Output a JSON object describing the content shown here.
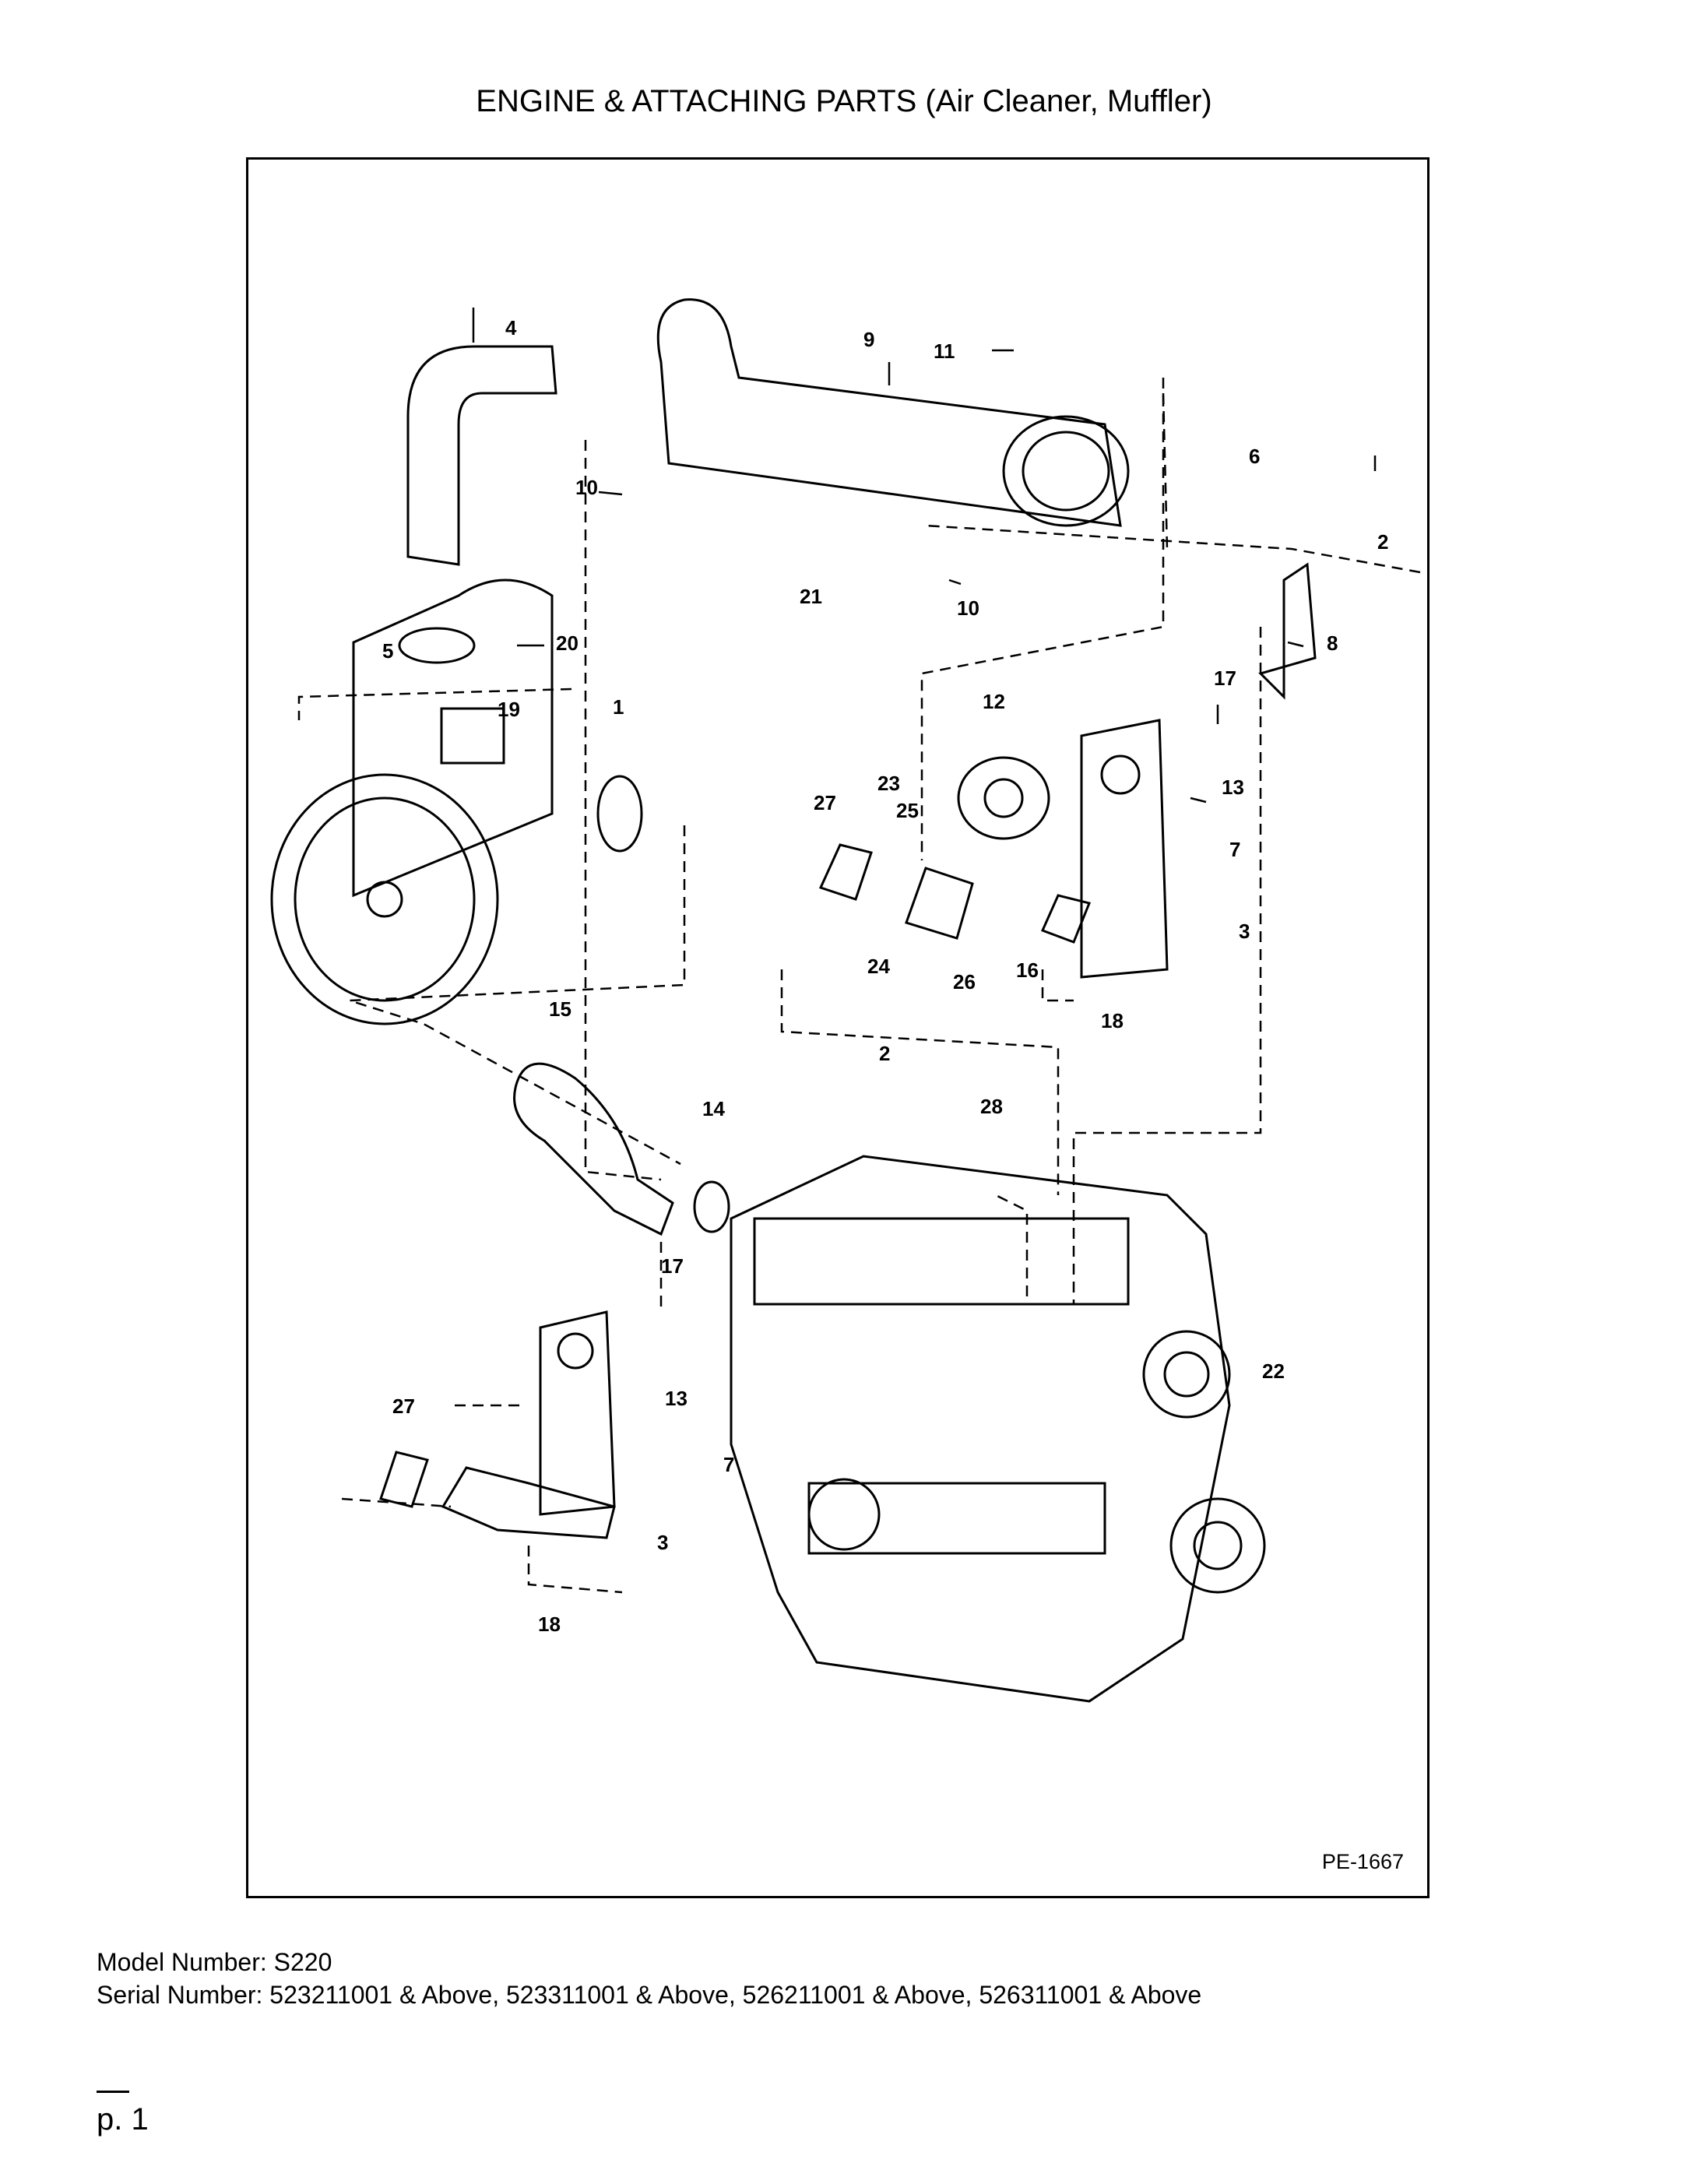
{
  "page": {
    "title": "ENGINE & ATTACHING PARTS (Air Cleaner, Muffler)",
    "drawing_code": "PE-1667",
    "model_line": "Model Number: S220",
    "serial_line": "Serial Number: 523211001 & Above, 523311001 & Above, 526211001 & Above, 526311001 & Above",
    "page_number": "p. 1"
  },
  "callouts": {
    "c1": "1",
    "c2a": "2",
    "c2b": "2",
    "c3a": "3",
    "c3b": "3",
    "c4": "4",
    "c5": "5",
    "c6": "6",
    "c7a": "7",
    "c7b": "7",
    "c8": "8",
    "c9": "9",
    "c10a": "10",
    "c10b": "10",
    "c11": "11",
    "c12": "12",
    "c13a": "13",
    "c13b": "13",
    "c14": "14",
    "c15": "15",
    "c16": "16",
    "c17a": "17",
    "c17b": "17",
    "c18a": "18",
    "c18b": "18",
    "c19": "19",
    "c20": "20",
    "c21": "21",
    "c22": "22",
    "c23": "23",
    "c24": "24",
    "c25": "25",
    "c26": "26",
    "c27a": "27",
    "c27b": "27",
    "c28": "28"
  }
}
